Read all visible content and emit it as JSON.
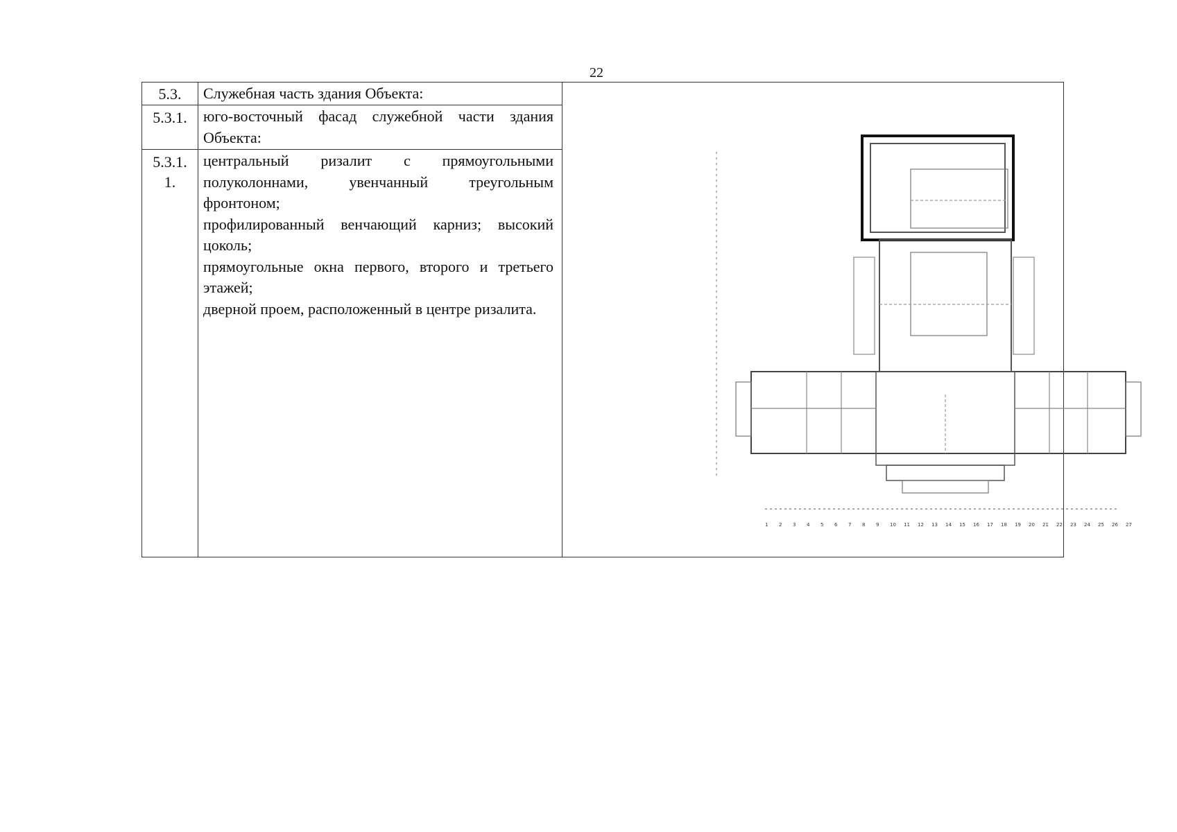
{
  "page": {
    "number": "22"
  },
  "table": {
    "rows": [
      {
        "num": "5.3.",
        "text": "Служебная часть здания Объекта:"
      },
      {
        "num": "5.3.1.",
        "text": "юго-восточный фасад служебной части здания Объекта:"
      },
      {
        "num": "5.3.1.",
        "num_cont": "1.",
        "items": [
          "центральный ризалит с прямоугольными полуколоннами, увенчанный треугольным фронтоном;",
          "профилированный венчающий карниз; высокий цоколь;",
          "прямоугольные окна первого, второго и третьего этажей;",
          "дверной проем, расположенный в центре ризалита."
        ]
      }
    ]
  },
  "plan": {
    "axis_numbers_bottom": [
      "1",
      "2",
      "3",
      "4",
      "5",
      "6",
      "7",
      "8",
      "9",
      "10",
      "11",
      "12",
      "13",
      "14",
      "15",
      "16",
      "17",
      "18",
      "19",
      "20",
      "21",
      "22",
      "23",
      "24",
      "25",
      "26",
      "27"
    ]
  }
}
